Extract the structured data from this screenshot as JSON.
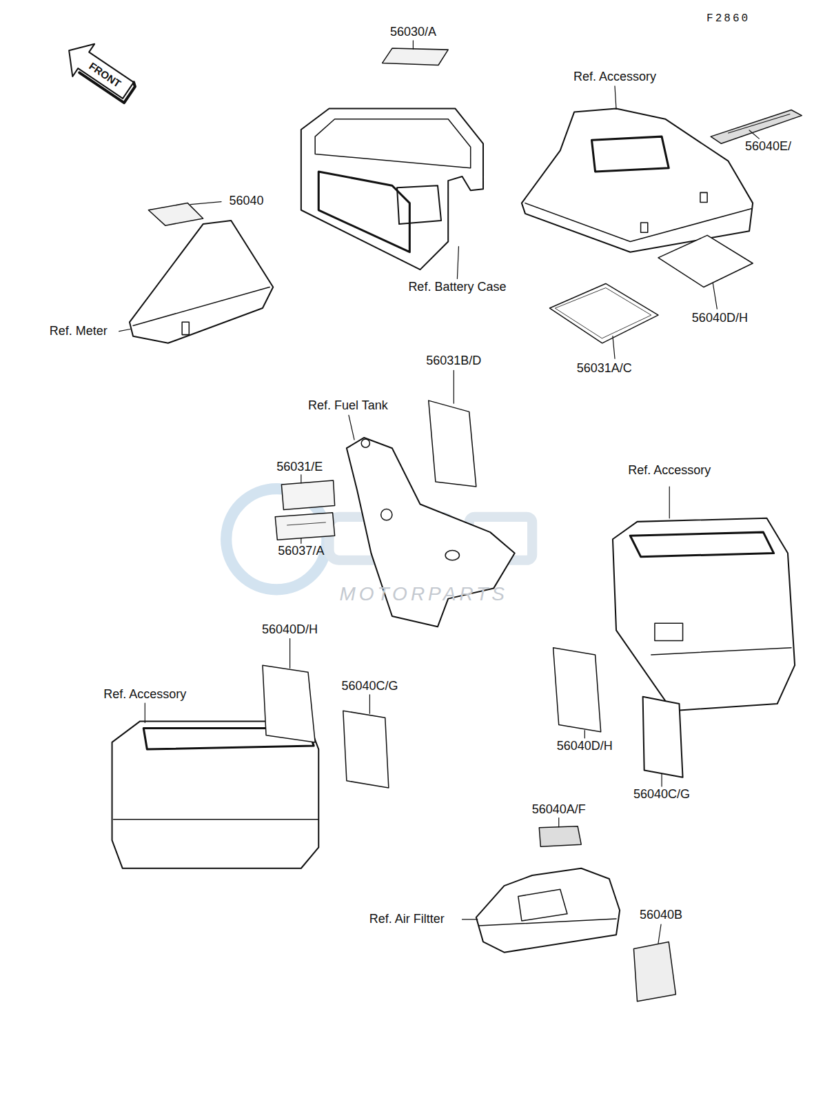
{
  "diagram": {
    "labels": [
      "F2860",
      "FRONT",
      "56030/A",
      "Ref. Accessory",
      "56040E/",
      "56040",
      "Ref. Battery Case",
      "Ref. Meter",
      "56040D/H",
      "56031A/C",
      "56031B/D",
      "Ref. Fuel Tank",
      "56031/E",
      "Ref. Accessory",
      "56037/A",
      "MOTORPARTS",
      "56040D/H",
      "56040C/G",
      "Ref. Accessory",
      "56040D/H",
      "56040C/G",
      "56040A/F",
      "Ref. Air Filtter",
      "56040B"
    ]
  }
}
